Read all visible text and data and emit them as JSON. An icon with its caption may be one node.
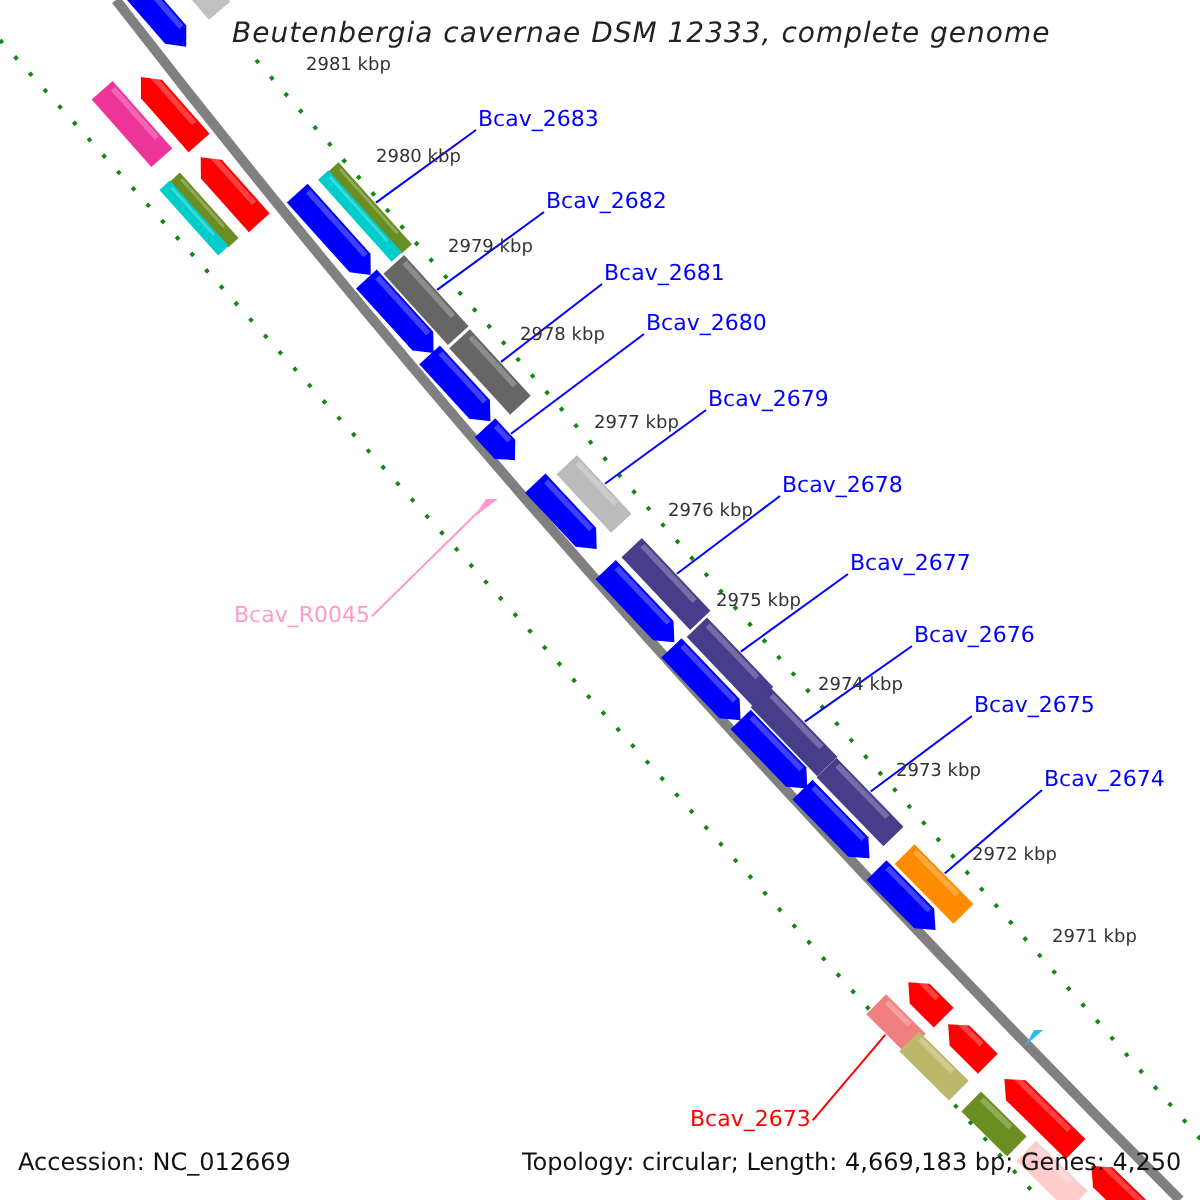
{
  "diagram": {
    "title": "Beutenbergia cavernae DSM 12333, complete genome",
    "nodes": [
      {
        "text": [
          "Bcav_2683"
        ]
      },
      {
        "text": [
          "Bcav_2682"
        ]
      },
      {
        "text": [
          "Bcav_2681"
        ]
      },
      {
        "text": [
          "Bcav_2680"
        ]
      },
      {
        "text": [
          "Bcav_2679"
        ]
      },
      {
        "text": [
          "Bcav_2678"
        ]
      },
      {
        "text": [
          "Bcav_2677"
        ]
      },
      {
        "text": [
          "Bcav_R0045"
        ]
      },
      {
        "text": [
          "Bcav_2676"
        ]
      },
      {
        "text": [
          "Bcav_2675"
        ]
      },
      {
        "text": [
          "Bcav_2674"
        ]
      },
      {
        "text": [
          "Bcav_2673"
        ]
      },
      {
        "text": [],
        "shape": "arrow"
      },
      {
        "text": [],
        "shape": "bar"
      },
      {
        "text": [],
        "shape": "arrow"
      },
      {
        "text": [],
        "shape": "bar"
      },
      {
        "text": [],
        "shape": "arrow"
      },
      {
        "text": [],
        "shape": "bar"
      },
      {
        "text": [],
        "shape": "bar"
      },
      {
        "text": [],
        "shape": "bar"
      },
      {
        "text": [],
        "shape": "bar"
      },
      {
        "text": [],
        "shape": "arrow"
      },
      {
        "text": [],
        "shape": "bar"
      },
      {
        "text": [],
        "shape": "arrow"
      },
      {
        "text": [],
        "shape": "bar"
      },
      {
        "text": [],
        "shape": "arrow"
      },
      {
        "text": [],
        "shape": "arrow"
      },
      {
        "text": [],
        "shape": "bar"
      },
      {
        "text": [],
        "shape": "triangle"
      },
      {
        "text": [],
        "shape": "arrow"
      },
      {
        "text": [],
        "shape": "bar"
      },
      {
        "text": [],
        "shape": "arrow"
      },
      {
        "text": [],
        "shape": "bar"
      },
      {
        "text": [],
        "shape": "arrow"
      },
      {
        "text": [],
        "shape": "bar"
      },
      {
        "text": [],
        "shape": "arrow"
      },
      {
        "text": [],
        "shape": "bar"
      },
      {
        "text": [],
        "shape": "arrow"
      },
      {
        "text": [],
        "shape": "bar"
      },
      {
        "text": [],
        "shape": "arrow"
      },
      {
        "text": [],
        "shape": "arrow"
      },
      {
        "text": [],
        "shape": "bar"
      },
      {
        "text": [],
        "shape": "triangle"
      },
      {
        "text": [],
        "shape": "arrow"
      },
      {
        "text": [],
        "shape": "bar"
      },
      {
        "text": [],
        "shape": "arrow"
      },
      {
        "text": [],
        "shape": "bar"
      },
      {
        "text": [],
        "shape": "bar"
      },
      {
        "text": [],
        "shape": "arrow"
      }
    ],
    "edges": [
      {
        "from": 0,
        "to": 19,
        "arrow": "none"
      },
      {
        "from": 1,
        "to": 22,
        "arrow": "none"
      },
      {
        "from": 2,
        "to": 24,
        "arrow": "none"
      },
      {
        "from": 3,
        "to": 26,
        "arrow": "none"
      },
      {
        "from": 4,
        "to": 27,
        "arrow": "none"
      },
      {
        "from": 5,
        "to": 30,
        "arrow": "none"
      },
      {
        "from": 6,
        "to": 32,
        "arrow": "none"
      },
      {
        "from": 7,
        "to": 28,
        "arrow": "none",
        "color": "#ff99cc"
      },
      {
        "from": 8,
        "to": 34,
        "arrow": "none"
      },
      {
        "from": 9,
        "to": 36,
        "arrow": "none"
      },
      {
        "from": 10,
        "to": 38,
        "arrow": "none"
      },
      {
        "from": 11,
        "to": 41,
        "arrow": "none",
        "color": "#ff0000"
      }
    ],
    "labels": [
      "2981 kbp",
      "2980 kbp",
      "2979 kbp",
      "2978 kbp",
      "2977 kbp",
      "2976 kbp",
      "2975 kbp",
      "2974 kbp",
      "2973 kbp",
      "2972 kbp",
      "2971 kbp",
      "Accession: NC_012669",
      "Topology: circular; Length: 4,669,183 bp; Genes: 4,250"
    ]
  }
}
